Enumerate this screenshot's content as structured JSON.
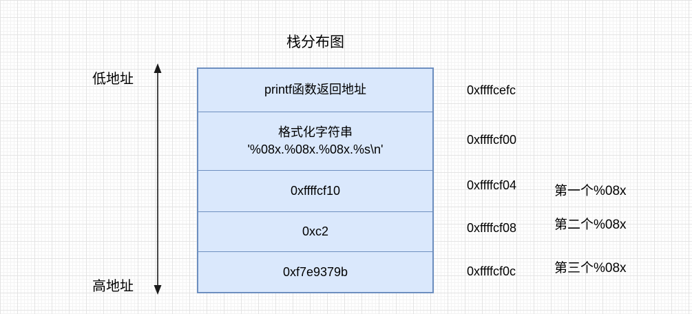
{
  "diagram": {
    "title": "栈分布图",
    "axis": {
      "low_label": "低地址",
      "high_label": "高地址"
    },
    "stack_rows": [
      {
        "lines": [
          "printf函数返回地址"
        ],
        "address": "0xffffcefc"
      },
      {
        "lines": [
          "格式化字符串",
          "'%08x.%08x.%08x.%s\\n'"
        ],
        "address": "0xffffcf00"
      },
      {
        "lines": [
          "0xffffcf10"
        ],
        "address": "0xffffcf04",
        "note": "第一个%08x"
      },
      {
        "lines": [
          "0xc2"
        ],
        "address": "0xffffcf08",
        "note": "第二个%08x"
      },
      {
        "lines": [
          "0xf7e9379b"
        ],
        "address": "0xffffcf0c",
        "note": "第三个%08x"
      }
    ],
    "icons": {
      "direction_arrow": "vertical-double-arrow"
    },
    "colors": {
      "box_fill": "#dae8fc",
      "box_border": "#6c8ebf",
      "text": "#000000",
      "arrow": "#1a1a1a",
      "grid_minor": "#f3f3f3",
      "grid_major": "#e3e3e3",
      "background": "#ffffff"
    }
  }
}
